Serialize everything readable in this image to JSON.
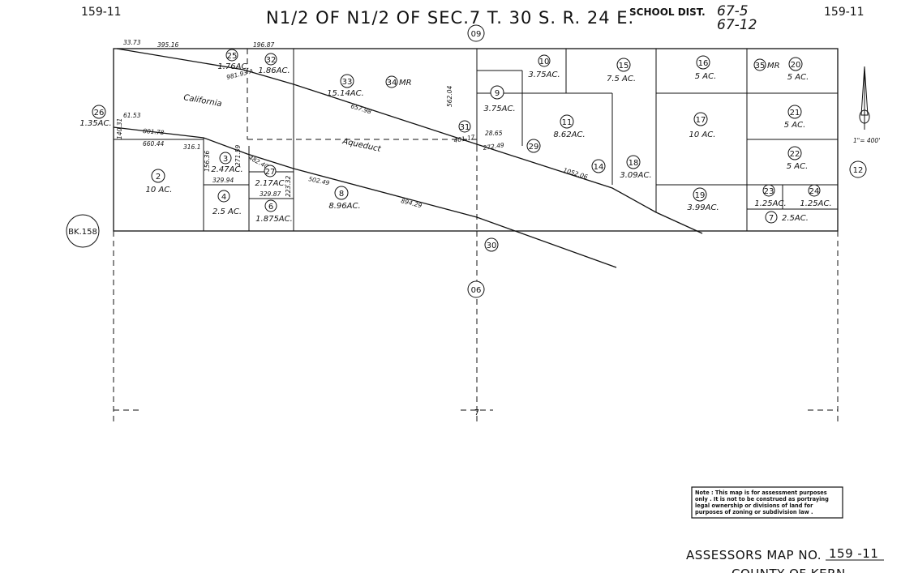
{
  "header": {
    "corner_left": "159-11",
    "corner_right": "159-11",
    "title": "N1/2 OF N1/2 OF SEC.7 T. 30 S. R. 24 E.",
    "school_label": "SCHOOL DIST.",
    "school_dist_1": "67-5",
    "school_dist_2": "67-12"
  },
  "section_labels": {
    "north": "09",
    "south": "06",
    "east": "12",
    "inner": "30",
    "west_book": "BK.158",
    "south_point": "7"
  },
  "scale": "1\"= 400'",
  "canal": {
    "label_1": "California",
    "label_2": "Aqueduct"
  },
  "parcels": [
    {
      "num": "26",
      "acres": "1.35AC."
    },
    {
      "num": "25",
      "acres": "1.76AC."
    },
    {
      "num": "32",
      "acres": "1.86AC."
    },
    {
      "num": "33",
      "acres": "15.14AC."
    },
    {
      "num": "34",
      "acres": "MR"
    },
    {
      "num": "10",
      "acres": "3.75AC."
    },
    {
      "num": "15",
      "acres": "7.5 AC."
    },
    {
      "num": "16",
      "acres": "5 AC."
    },
    {
      "num": "35",
      "acres": "MR"
    },
    {
      "num": "20",
      "acres": "5 AC."
    },
    {
      "num": "9",
      "acres": "3.75AC."
    },
    {
      "num": "11",
      "acres": "8.62AC."
    },
    {
      "num": "17",
      "acres": "10 AC."
    },
    {
      "num": "21",
      "acres": "5 AC."
    },
    {
      "num": "22",
      "acres": "5 AC."
    },
    {
      "num": "31",
      "acres": ""
    },
    {
      "num": "29",
      "acres": ""
    },
    {
      "num": "14",
      "acres": ""
    },
    {
      "num": "18",
      "acres": "3.09AC."
    },
    {
      "num": "2",
      "acres": "10 AC."
    },
    {
      "num": "3",
      "acres": "2.47AC."
    },
    {
      "num": "27",
      "acres": "2.17AC."
    },
    {
      "num": "4",
      "acres": "2.5 AC."
    },
    {
      "num": "6",
      "acres": "1.875AC."
    },
    {
      "num": "8",
      "acres": "8.96AC."
    },
    {
      "num": "19",
      "acres": "3.99AC."
    },
    {
      "num": "23",
      "acres": "1.25AC."
    },
    {
      "num": "24",
      "acres": "1.25AC."
    },
    {
      "num": "7",
      "acres": "2.5AC."
    }
  ],
  "dimensions": [
    "33.73",
    "395.16",
    "196.87",
    "981.93 A",
    "657.98",
    "562.04",
    "28.65",
    "401.17",
    "272.49",
    "1052.06",
    "61.53",
    "801.78",
    "140.31",
    "660.44",
    "316.1",
    "156.36",
    "482.40",
    "329.94",
    "271.59",
    "223.32",
    "329.87",
    "502.49",
    "894.29"
  ],
  "note": {
    "line1": "Note : This map is for assessment purposes",
    "line2": "only . It is not to be construed as portraying",
    "line3": "legal ownership or divisions of land for",
    "line4": "purposes of zoning or subdivision law ."
  },
  "footer": {
    "assessor_label": "ASSESSORS MAP NO.",
    "assessor_no": "159 -11",
    "county": "COUNTY OF KERN"
  }
}
